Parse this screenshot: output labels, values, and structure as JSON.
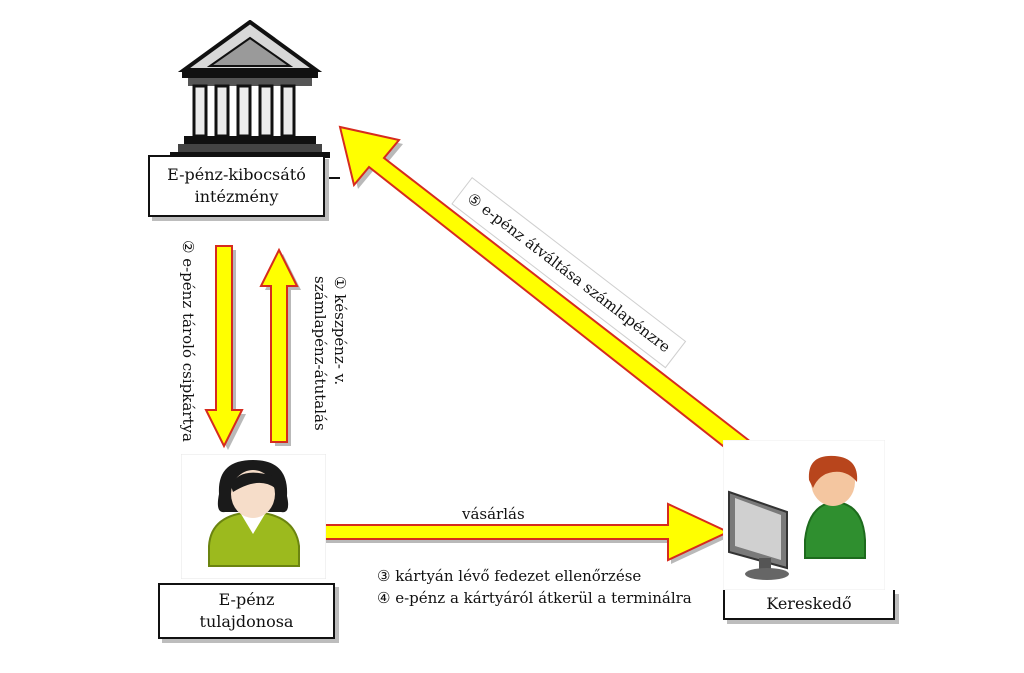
{
  "nodes": {
    "issuer": {
      "line1": "E-pénz-kibocsátó",
      "line2": "intézmény",
      "icon": "bank-building-icon"
    },
    "holder": {
      "line1": "E-pénz",
      "line2": "tulajdonosa",
      "icon": "user-avatar-icon"
    },
    "merchant": {
      "label": "Kereskedő",
      "icon": "merchant-computer-icon"
    }
  },
  "flows": {
    "step1_line1": "① készpénz- v.",
    "step1_line2": "számlapénz-átutalás",
    "step2": "② e-pénz tároló csipkártya",
    "purchase": "vásárlás",
    "step3": "③ kártyán lévő fedezet ellenőrzése",
    "step4": "④ e-pénz a kártyáról átkerül a terminálra",
    "step5": "⑤ e-pénz átváltása számlapénzre"
  },
  "colors": {
    "arrow_fill": "#ffff00",
    "arrow_stroke": "#d62b1e",
    "shadow": "#a0a0a0"
  }
}
